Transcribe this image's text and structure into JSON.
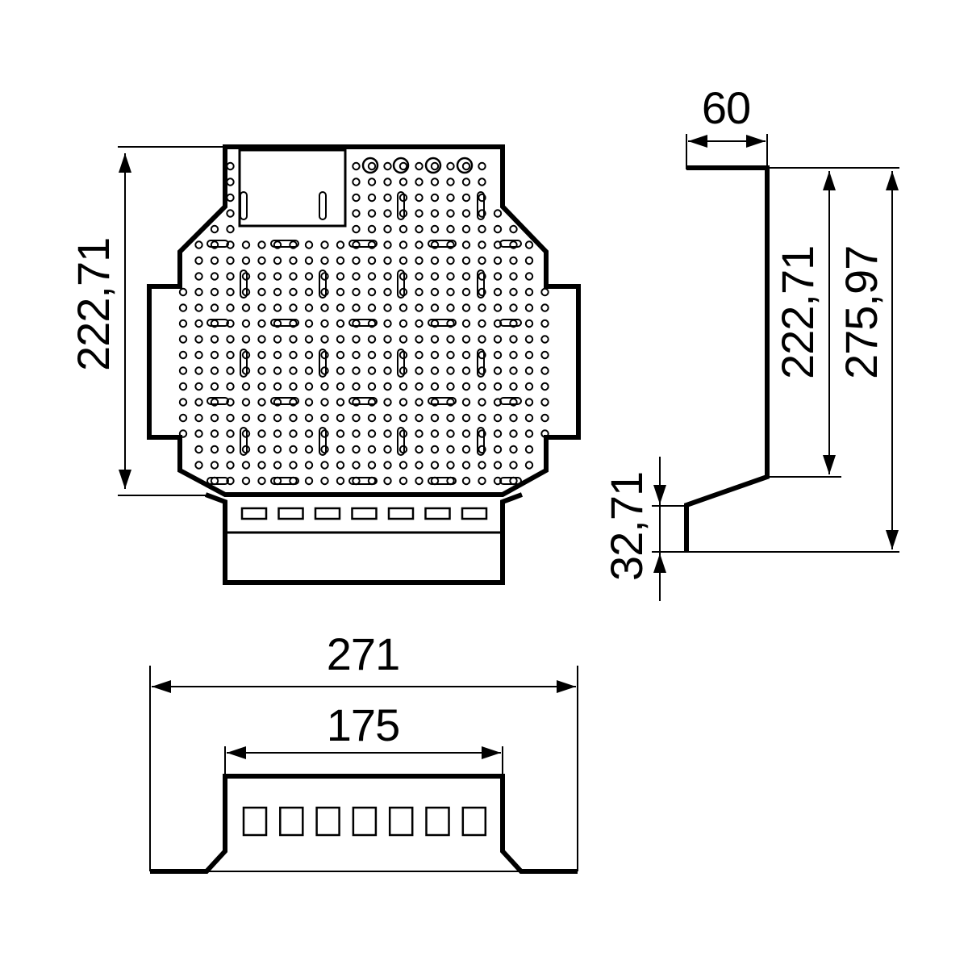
{
  "dimensions": {
    "front_height": "222,71",
    "side_top_width": "60",
    "side_inner_height": "222,71",
    "side_total_height": "275,97",
    "side_flange_height": "32,71",
    "bottom_total_width": "271",
    "bottom_inner_width": "175"
  },
  "counts": {
    "front_slots": 7,
    "bottom_slots": 7
  }
}
